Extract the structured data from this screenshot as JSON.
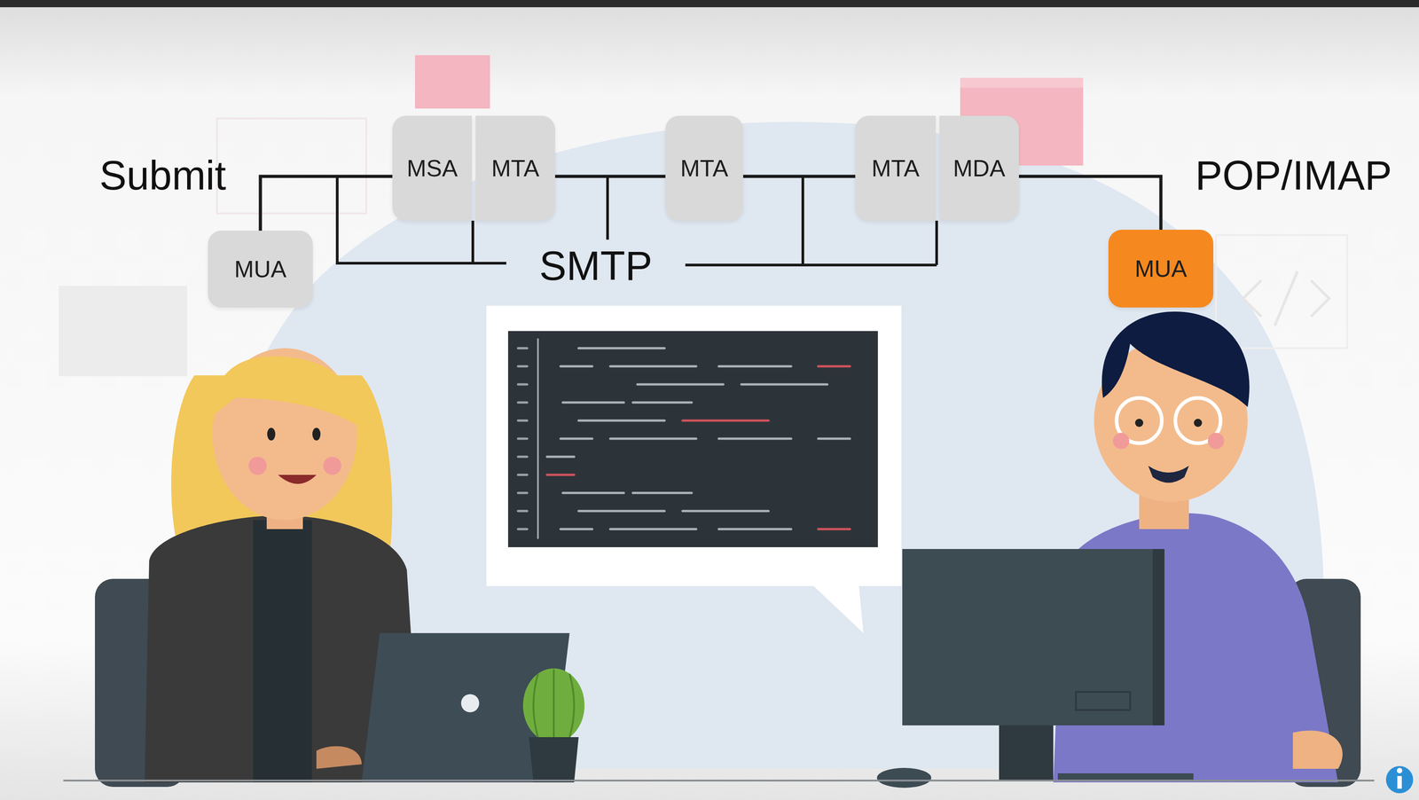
{
  "diagram": {
    "nodes": [
      {
        "text": [
          "MUA"
        ]
      },
      {
        "text": [
          "MSA"
        ]
      },
      {
        "text": [
          "MTA"
        ]
      },
      {
        "text": [
          "MTA"
        ]
      },
      {
        "text": [
          "MTA"
        ]
      },
      {
        "text": [
          "MDA"
        ]
      },
      {
        "text": [
          "MUA"
        ]
      }
    ],
    "edges": [
      {
        "from": 0,
        "to": 1,
        "arrow": "none"
      },
      {
        "from": 2,
        "to": 3,
        "arrow": "none"
      },
      {
        "from": 3,
        "to": 4,
        "arrow": "none"
      },
      {
        "from": 5,
        "to": 6,
        "arrow": "none"
      }
    ],
    "labels": [
      "Submit",
      "SMTP",
      "POP/IMAP"
    ]
  }
}
